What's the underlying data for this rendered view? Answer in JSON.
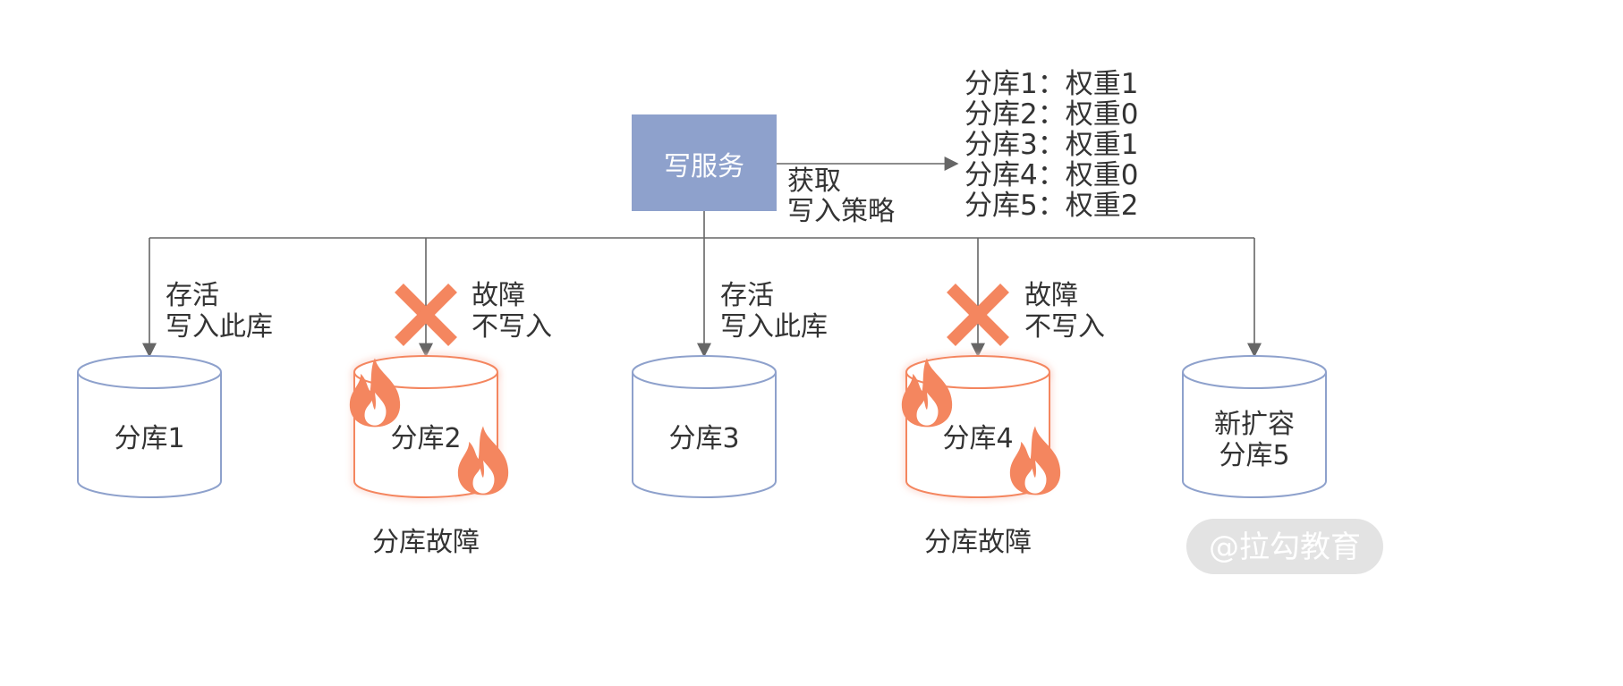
{
  "service": {
    "label": "写服务"
  },
  "fetch_strategy": {
    "line1": "获取",
    "line2": "写入策略"
  },
  "weights": [
    "分库1：权重1",
    "分库2：权重0",
    "分库3：权重1",
    "分库4：权重0",
    "分库5：权重2"
  ],
  "branches": [
    {
      "line1": "存活",
      "line2": "写入此库",
      "status": "alive"
    },
    {
      "line1": "故障",
      "line2": "不写入",
      "status": "failed"
    },
    {
      "line1": "存活",
      "line2": "写入此库",
      "status": "alive"
    },
    {
      "line1": "故障",
      "line2": "不写入",
      "status": "failed"
    }
  ],
  "databases": [
    {
      "line1": "分库1",
      "line2": "",
      "status": "normal"
    },
    {
      "line1": "分库2",
      "line2": "",
      "status": "failed"
    },
    {
      "line1": "分库3",
      "line2": "",
      "status": "normal"
    },
    {
      "line1": "分库4",
      "line2": "",
      "status": "failed"
    },
    {
      "line1": "新扩容",
      "line2": "分库5",
      "status": "new"
    }
  ],
  "captions": [
    "分库故障",
    "分库故障"
  ],
  "watermark": "@拉勾教育",
  "colors": {
    "service_box": "#8ea1cc",
    "db_normal": "#8ea1cc",
    "db_failed": "#f4865f",
    "flame": "#f4865f",
    "cross": "#f4865f",
    "line": "#666666"
  }
}
